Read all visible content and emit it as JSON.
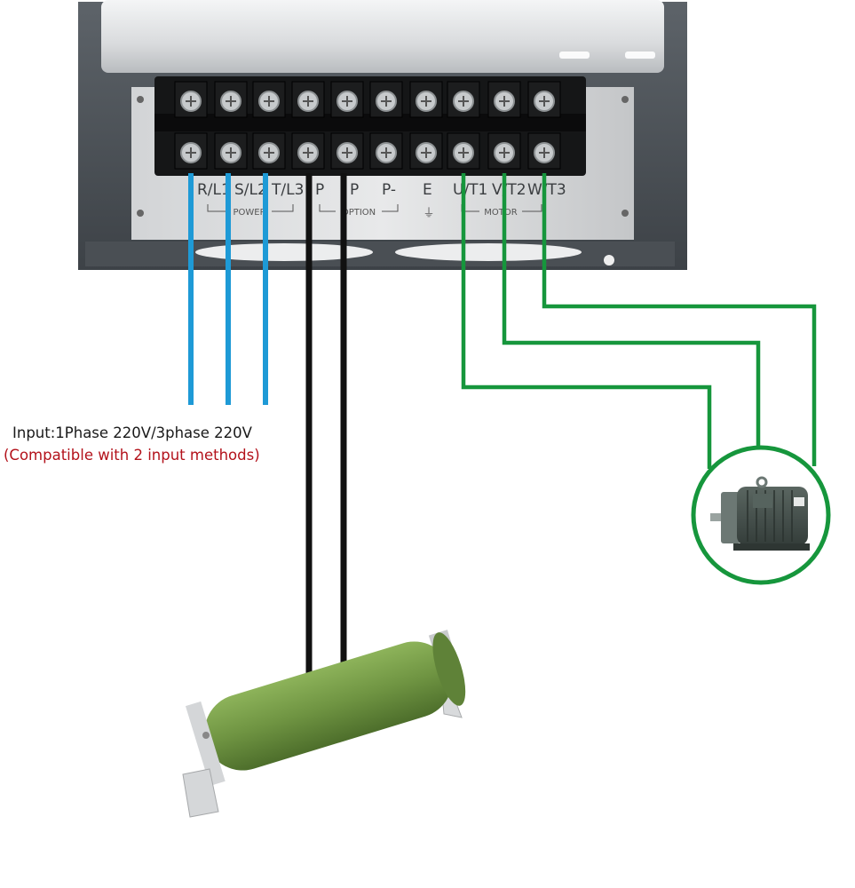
{
  "terminals_top": [
    "",
    "",
    "",
    "",
    "",
    "",
    "",
    "",
    "",
    ""
  ],
  "terminal_labels": {
    "r": "R/L1",
    "s": "S/L2",
    "t": "T/L3",
    "p1": "P",
    "p2": "P",
    "pm": "P-",
    "e": "E",
    "u": "U/T1",
    "v": "V/T2",
    "w": "W/T3"
  },
  "groups": {
    "power": "POWER",
    "option": "OPTION",
    "motor": "MOTOR"
  },
  "ground_symbol": "⏚",
  "input_text": "Input:1Phase 220V/3phase 220V",
  "compat_text": "(Compatible with 2 input methods)",
  "colors": {
    "power_wire": "#1e9ad6",
    "brake_wire": "#111111",
    "motor_wire": "#16963c",
    "compat_text": "#b3121b",
    "resistor": "#6f9442",
    "motor_body": "#3f4a45"
  },
  "icons": {
    "motor": "motor-icon",
    "resistor": "braking-resistor-icon",
    "ground": "ground-icon"
  }
}
